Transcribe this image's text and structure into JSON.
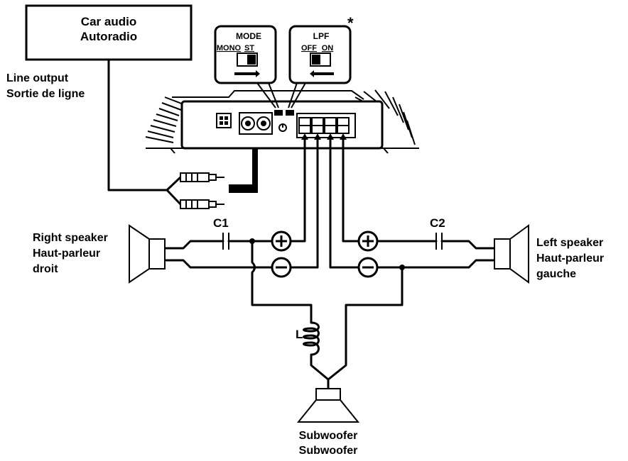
{
  "source": {
    "line1": "Car audio",
    "line2": "Autoradio"
  },
  "line_output": {
    "line1": "Line output",
    "line2": "Sortie de ligne"
  },
  "mode_switch": {
    "title": "MODE",
    "left": "MONO",
    "right": "ST"
  },
  "lpf_switch": {
    "title": "LPF",
    "left": "OFF",
    "right": "ON"
  },
  "asterisk": "*",
  "capacitor_1": "C1",
  "capacitor_2": "C2",
  "inductor": "L",
  "right_speaker": {
    "line1": "Right speaker",
    "line2": "Haut-parleur",
    "line3": "droit"
  },
  "left_speaker": {
    "line1": "Left speaker",
    "line2": "Haut-parleur",
    "line3": "gauche"
  },
  "subwoofer": {
    "line1": "Subwoofer",
    "line2": "Subwoofer"
  }
}
